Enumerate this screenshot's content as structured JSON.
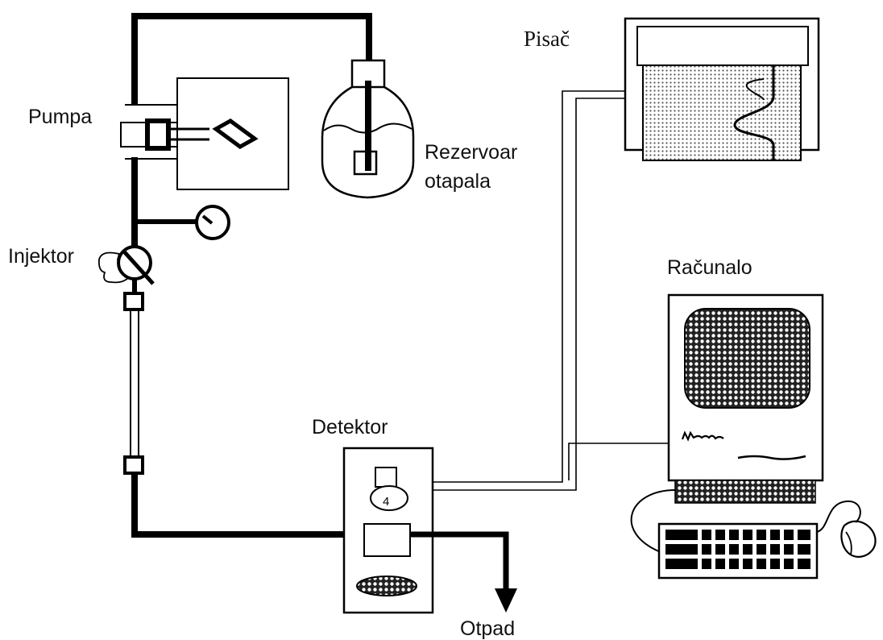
{
  "labels": {
    "pump": "Pumpa",
    "reservoir_line1": "Rezervoar",
    "reservoir_line2": "otapala",
    "injector": "Injektor",
    "printer": "Pisač",
    "computer": "Računalo",
    "detector": "Detektor",
    "waste": "Otpad",
    "detector_lamp": "4"
  },
  "colors": {
    "line": "#000000",
    "background": "#ffffff",
    "text": "#111111"
  }
}
